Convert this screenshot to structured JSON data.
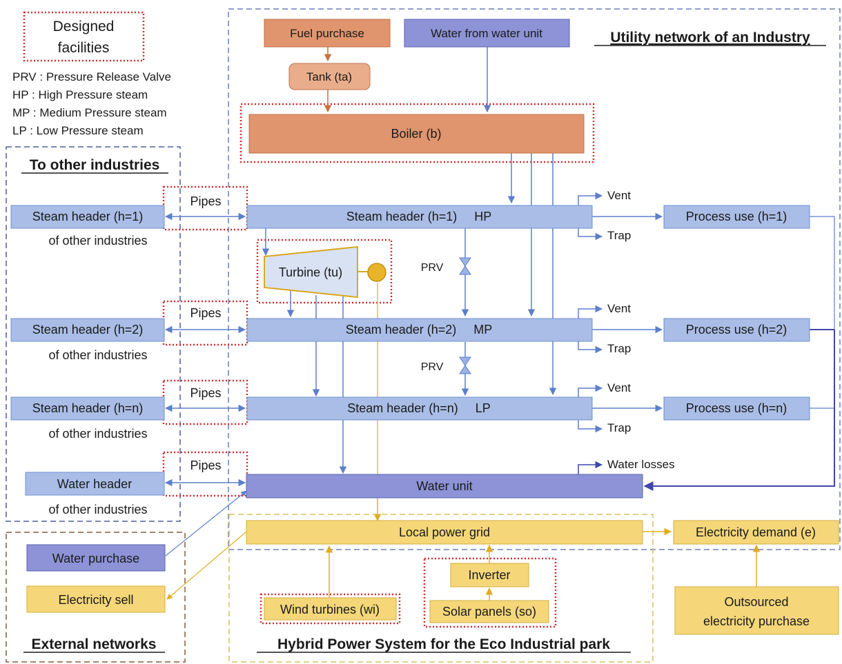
{
  "legend": {
    "designed_facilities": [
      "Designed",
      "facilities"
    ],
    "abbreviations": [
      "PRV : Pressure Release Valve",
      "HP : High Pressure steam",
      "MP : Medium Pressure steam",
      "LP : Low Pressure steam"
    ]
  },
  "groups": {
    "utility_network": "Utility network of an Industry",
    "other_industries": "To other industries",
    "external_networks": "External networks",
    "hybrid_power": "Hybrid Power System for the Eco Industrial park"
  },
  "nodes": {
    "fuel_purchase": "Fuel purchase",
    "water_from_unit": "Water from water unit",
    "tank": "Tank (ta)",
    "boiler": "Boiler (b)",
    "header_hp": "Steam header (h=1)     HP",
    "header_mp": "Steam header (h=2)     MP",
    "header_lp": "Steam header (h=n)     LP",
    "turbine": "Turbine (tu)",
    "water_unit": "Water unit",
    "process_1": "Process use (h=1)",
    "process_2": "Process use (h=2)",
    "process_n": "Process use (h=n)",
    "other_header_1": "Steam header (h=1)",
    "other_header_2": "Steam header (h=2)",
    "other_header_n": "Steam header (h=n)",
    "other_water_header": "Water header",
    "of_other_industries": "of other industries",
    "water_purchase": "Water purchase",
    "electricity_sell": "Electricity sell",
    "local_grid": "Local power grid",
    "electricity_demand": "Electricity demand (e)",
    "inverter": "Inverter",
    "solar_panels": "Solar panels (so)",
    "wind_turbines": "Wind turbines (wi)",
    "outsourced": [
      "Outsourced",
      "electricity purchase"
    ]
  },
  "labels": {
    "pipes": "Pipes",
    "vent": "Vent",
    "trap": "Trap",
    "prv": "PRV",
    "water_losses": "Water losses"
  },
  "colors": {
    "steam_blue": "#a9bde6",
    "steam_border": "#6f8fd0",
    "water_purple": "#8d93d6",
    "boiler_orange": "#e0956e",
    "tank_orange": "#e9ad8b",
    "power_yellow": "#f5d77a",
    "designed_red": "#d52b2b"
  }
}
